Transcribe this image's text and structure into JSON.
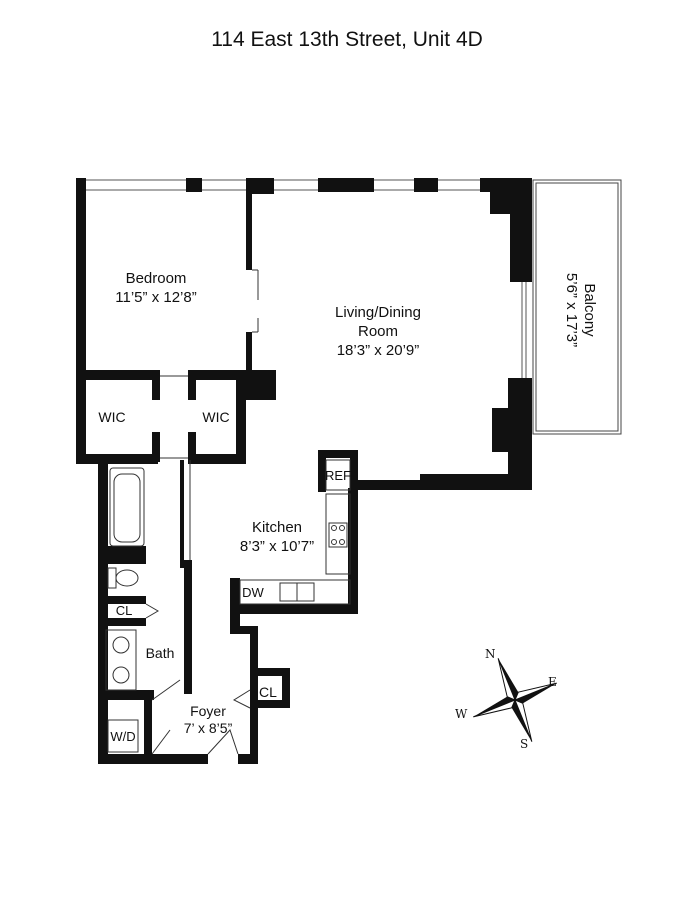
{
  "title": "114 East 13th Street, Unit 4D",
  "rooms": {
    "bedroom": {
      "name": "Bedroom",
      "size": "11’5” x 12’8”"
    },
    "living": {
      "name_line1": "Living/Dining",
      "name_line2": "Room",
      "size": "18’3” x 20’9”"
    },
    "balcony": {
      "name": "Balcony",
      "size": "5’6” x 17’3”"
    },
    "wic_left": "WIC",
    "wic_right": "WIC",
    "kitchen": {
      "name": "Kitchen",
      "size": "8’3” x 10’7”"
    },
    "ref": "REF",
    "dw": "DW",
    "cl_bath": "CL",
    "bath": "Bath",
    "cl_foyer": "CL",
    "foyer": {
      "name": "Foyer",
      "size": "7’ x 8’5”"
    },
    "wd": "W/D"
  },
  "compass": {
    "n": "N",
    "e": "E",
    "s": "S",
    "w": "W"
  }
}
